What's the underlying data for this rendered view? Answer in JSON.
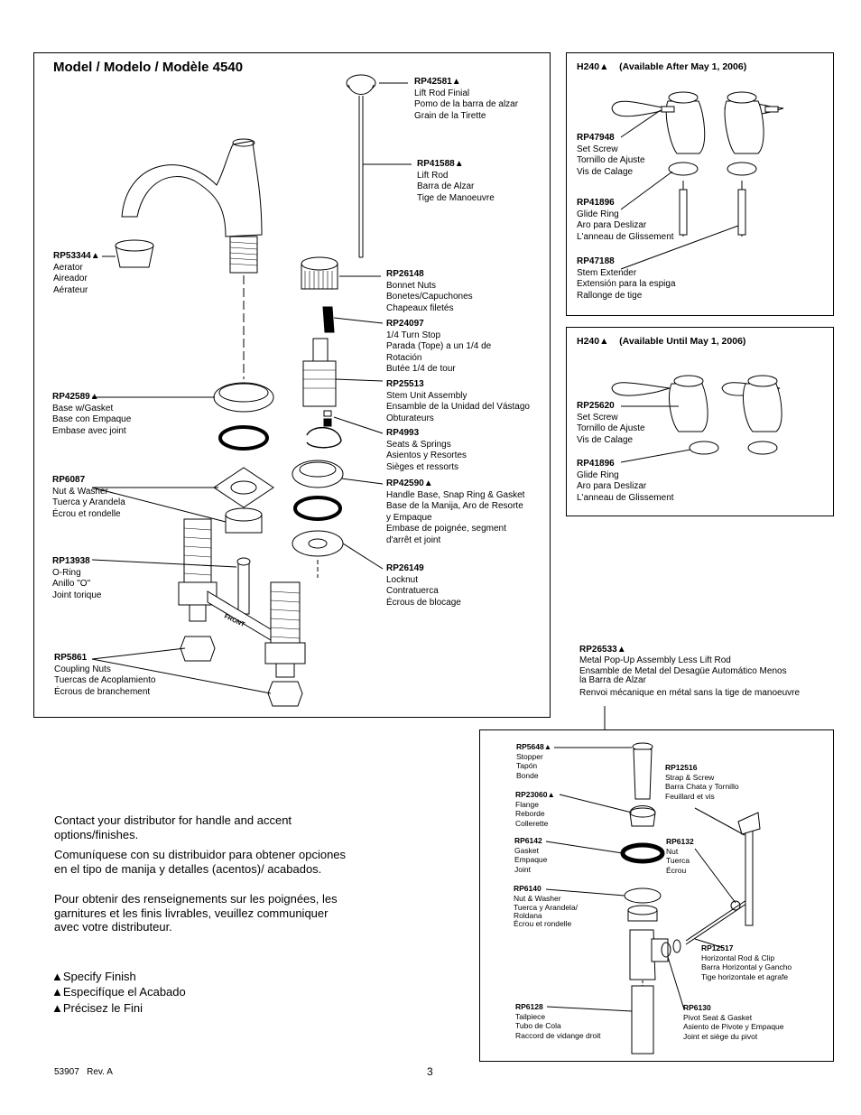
{
  "main": {
    "title": "Model / Modelo / Modèle 4540",
    "parts": [
      {
        "code": "RP42581▲",
        "lines": [
          "Lift Rod Finial",
          "Pomo de la barra de alzar",
          "Grain de la Tirette"
        ]
      },
      {
        "code": "RP41588▲",
        "lines": [
          "Lift Rod",
          "Barra de Alzar",
          "Tige de Manoeuvre"
        ]
      },
      {
        "code": "RP53344▲",
        "lines": [
          "Aerator",
          "Aireador",
          "Aérateur"
        ]
      },
      {
        "code": "RP26148",
        "lines": [
          "Bonnet Nuts",
          "Bonetes/Capuchones",
          "Chapeaux filetés"
        ]
      },
      {
        "code": "RP24097",
        "lines": [
          "1/4 Turn Stop",
          "Parada (Tope) a un 1/4 de",
          "Rotación",
          "Butée 1/4 de tour"
        ]
      },
      {
        "code": "RP25513",
        "lines": [
          "Stem Unit Assembly",
          "Ensamble de la Unidad del Vástago",
          "Obturateurs"
        ]
      },
      {
        "code": "RP42589▲",
        "lines": [
          "Base w/Gasket",
          "Base con Empaque",
          "Embase avec joint"
        ]
      },
      {
        "code": "RP4993",
        "lines": [
          "Seats & Springs",
          "Asientos y Resortes",
          "Sièges et ressorts"
        ]
      },
      {
        "code": "RP6087",
        "lines": [
          "Nut & Washer",
          "Tuerca y Arandela",
          "Écrou et rondelle"
        ]
      },
      {
        "code": "RP42590▲",
        "lines": [
          "Handle Base, Snap Ring & Gasket",
          "Base de la Manija, Aro de Resorte",
          "y Empaque",
          "Embase de poignée, segment",
          "d'arrêt et joint"
        ]
      },
      {
        "code": "RP13938",
        "lines": [
          "O-Ring",
          "Anillo \"O\"",
          "Joint torique"
        ]
      },
      {
        "code": "RP26149",
        "lines": [
          "Locknut",
          "Contratuerca",
          "Écrous de blocage"
        ]
      },
      {
        "code": "RP5861",
        "lines": [
          "Coupling Nuts",
          "Tuercas de Acoplamiento",
          "Écrous de branchement"
        ]
      }
    ],
    "front_label": "FRONT"
  },
  "handles_after": {
    "header": "H240▲    (Available After May 1, 2006)",
    "parts": [
      {
        "code": "RP47948",
        "lines": [
          "Set Screw",
          "Tornillo de Ajuste",
          "Vis de Calage"
        ]
      },
      {
        "code": "RP41896",
        "lines": [
          "Glide Ring",
          "Aro para Deslizar",
          "L'anneau de Glissement"
        ]
      },
      {
        "code": "RP47188",
        "lines": [
          "Stem Extender",
          "Extensión para la espiga",
          "Rallonge de tige"
        ]
      }
    ]
  },
  "handles_until": {
    "header": "H240▲    (Available Until May 1, 2006)",
    "parts": [
      {
        "code": "RP25620",
        "lines": [
          "Set Screw",
          "Tornillo de Ajuste",
          "Vis de Calage"
        ]
      },
      {
        "code": "RP41896",
        "lines": [
          "Glide Ring",
          "Aro para Deslizar",
          "L'anneau de Glissement"
        ]
      }
    ]
  },
  "popup": {
    "code": "RP26533▲",
    "lines": [
      "Metal Pop-Up Assembly Less Lift Rod",
      "Ensamble de Metal del Desagüe Automático Menos",
      "la Barra de Alzar",
      "Renvoi mécanique en métal sans la tige de manoeuvre"
    ],
    "parts": [
      {
        "code": "RP5648▲",
        "lines": [
          "Stopper",
          "Tapón",
          "Bonde"
        ]
      },
      {
        "code": "RP12516",
        "lines": [
          "Strap & Screw",
          "Barra Chata y Tornillo",
          "Feuillard et vis"
        ]
      },
      {
        "code": "RP23060▲",
        "lines": [
          "Flange",
          "Reborde",
          "Collerette"
        ]
      },
      {
        "code": "RP6142",
        "lines": [
          "Gasket",
          "Empaque",
          "Joint"
        ]
      },
      {
        "code": "RP6132",
        "lines": [
          "Nut",
          "Tuerca",
          "Écrou"
        ]
      },
      {
        "code": "RP6140",
        "lines": [
          "Nut & Washer",
          "Tuerca y Arandela/",
          "Roldana",
          "Écrou et rondelle"
        ]
      },
      {
        "code": "RP12517",
        "lines": [
          "Horizontal Rod & Clip",
          "Barra Horizontal y Gancho",
          "Tige horizontale et agrafe"
        ]
      },
      {
        "code": "RP6128",
        "lines": [
          "Tailpiece",
          "Tubo de Cola",
          "Raccord de vidange droit"
        ]
      },
      {
        "code": "RP6130",
        "lines": [
          "Pivot Seat & Gasket",
          "Asiento de Pivote y Empaque",
          "Joint et siège du pivot"
        ]
      }
    ]
  },
  "notes": {
    "en": "Contact your distributor for handle and accent options/finishes.",
    "es": "Comuníquese con su distribuidor para obtener opciones en el tipo de manija y detalles (acentos)/ acabados.",
    "fr": "Pour obtenir des renseignements sur les poignées, les garnitures et les finis livrables, veuillez communiquer avec votre distributeur."
  },
  "finish": [
    "▲Specify Finish",
    "▲Especifíque el Acabado",
    "▲Précisez le Fini"
  ],
  "footer": {
    "doc": "53907   Rev. A",
    "page": "3"
  }
}
